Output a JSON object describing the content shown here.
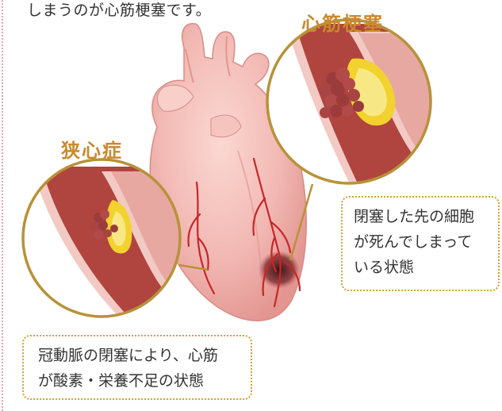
{
  "intro": {
    "text": "しまうのが心筋梗塞です。"
  },
  "labels": {
    "myocardial_infarction": "心筋梗塞",
    "angina": "狭心症"
  },
  "callouts": {
    "myocardial_infarction": [
      "閉塞した先の細胞",
      "が死んでしまって",
      "いる状態"
    ],
    "angina": [
      "冠動脈の閉塞により、心筋",
      "が酸素・栄養不足の状態"
    ]
  },
  "colors": {
    "label_text": "#c98a2e",
    "callout_border": "#d4a12f",
    "magnifier_ring": "#b8923a",
    "heart_fill": "#f2b8b3",
    "vessel_fill": "#b0443e",
    "plaque_yellow": "#f2d22e",
    "clot": "#9c3b3b",
    "coronary_artery": "#c8252a"
  }
}
